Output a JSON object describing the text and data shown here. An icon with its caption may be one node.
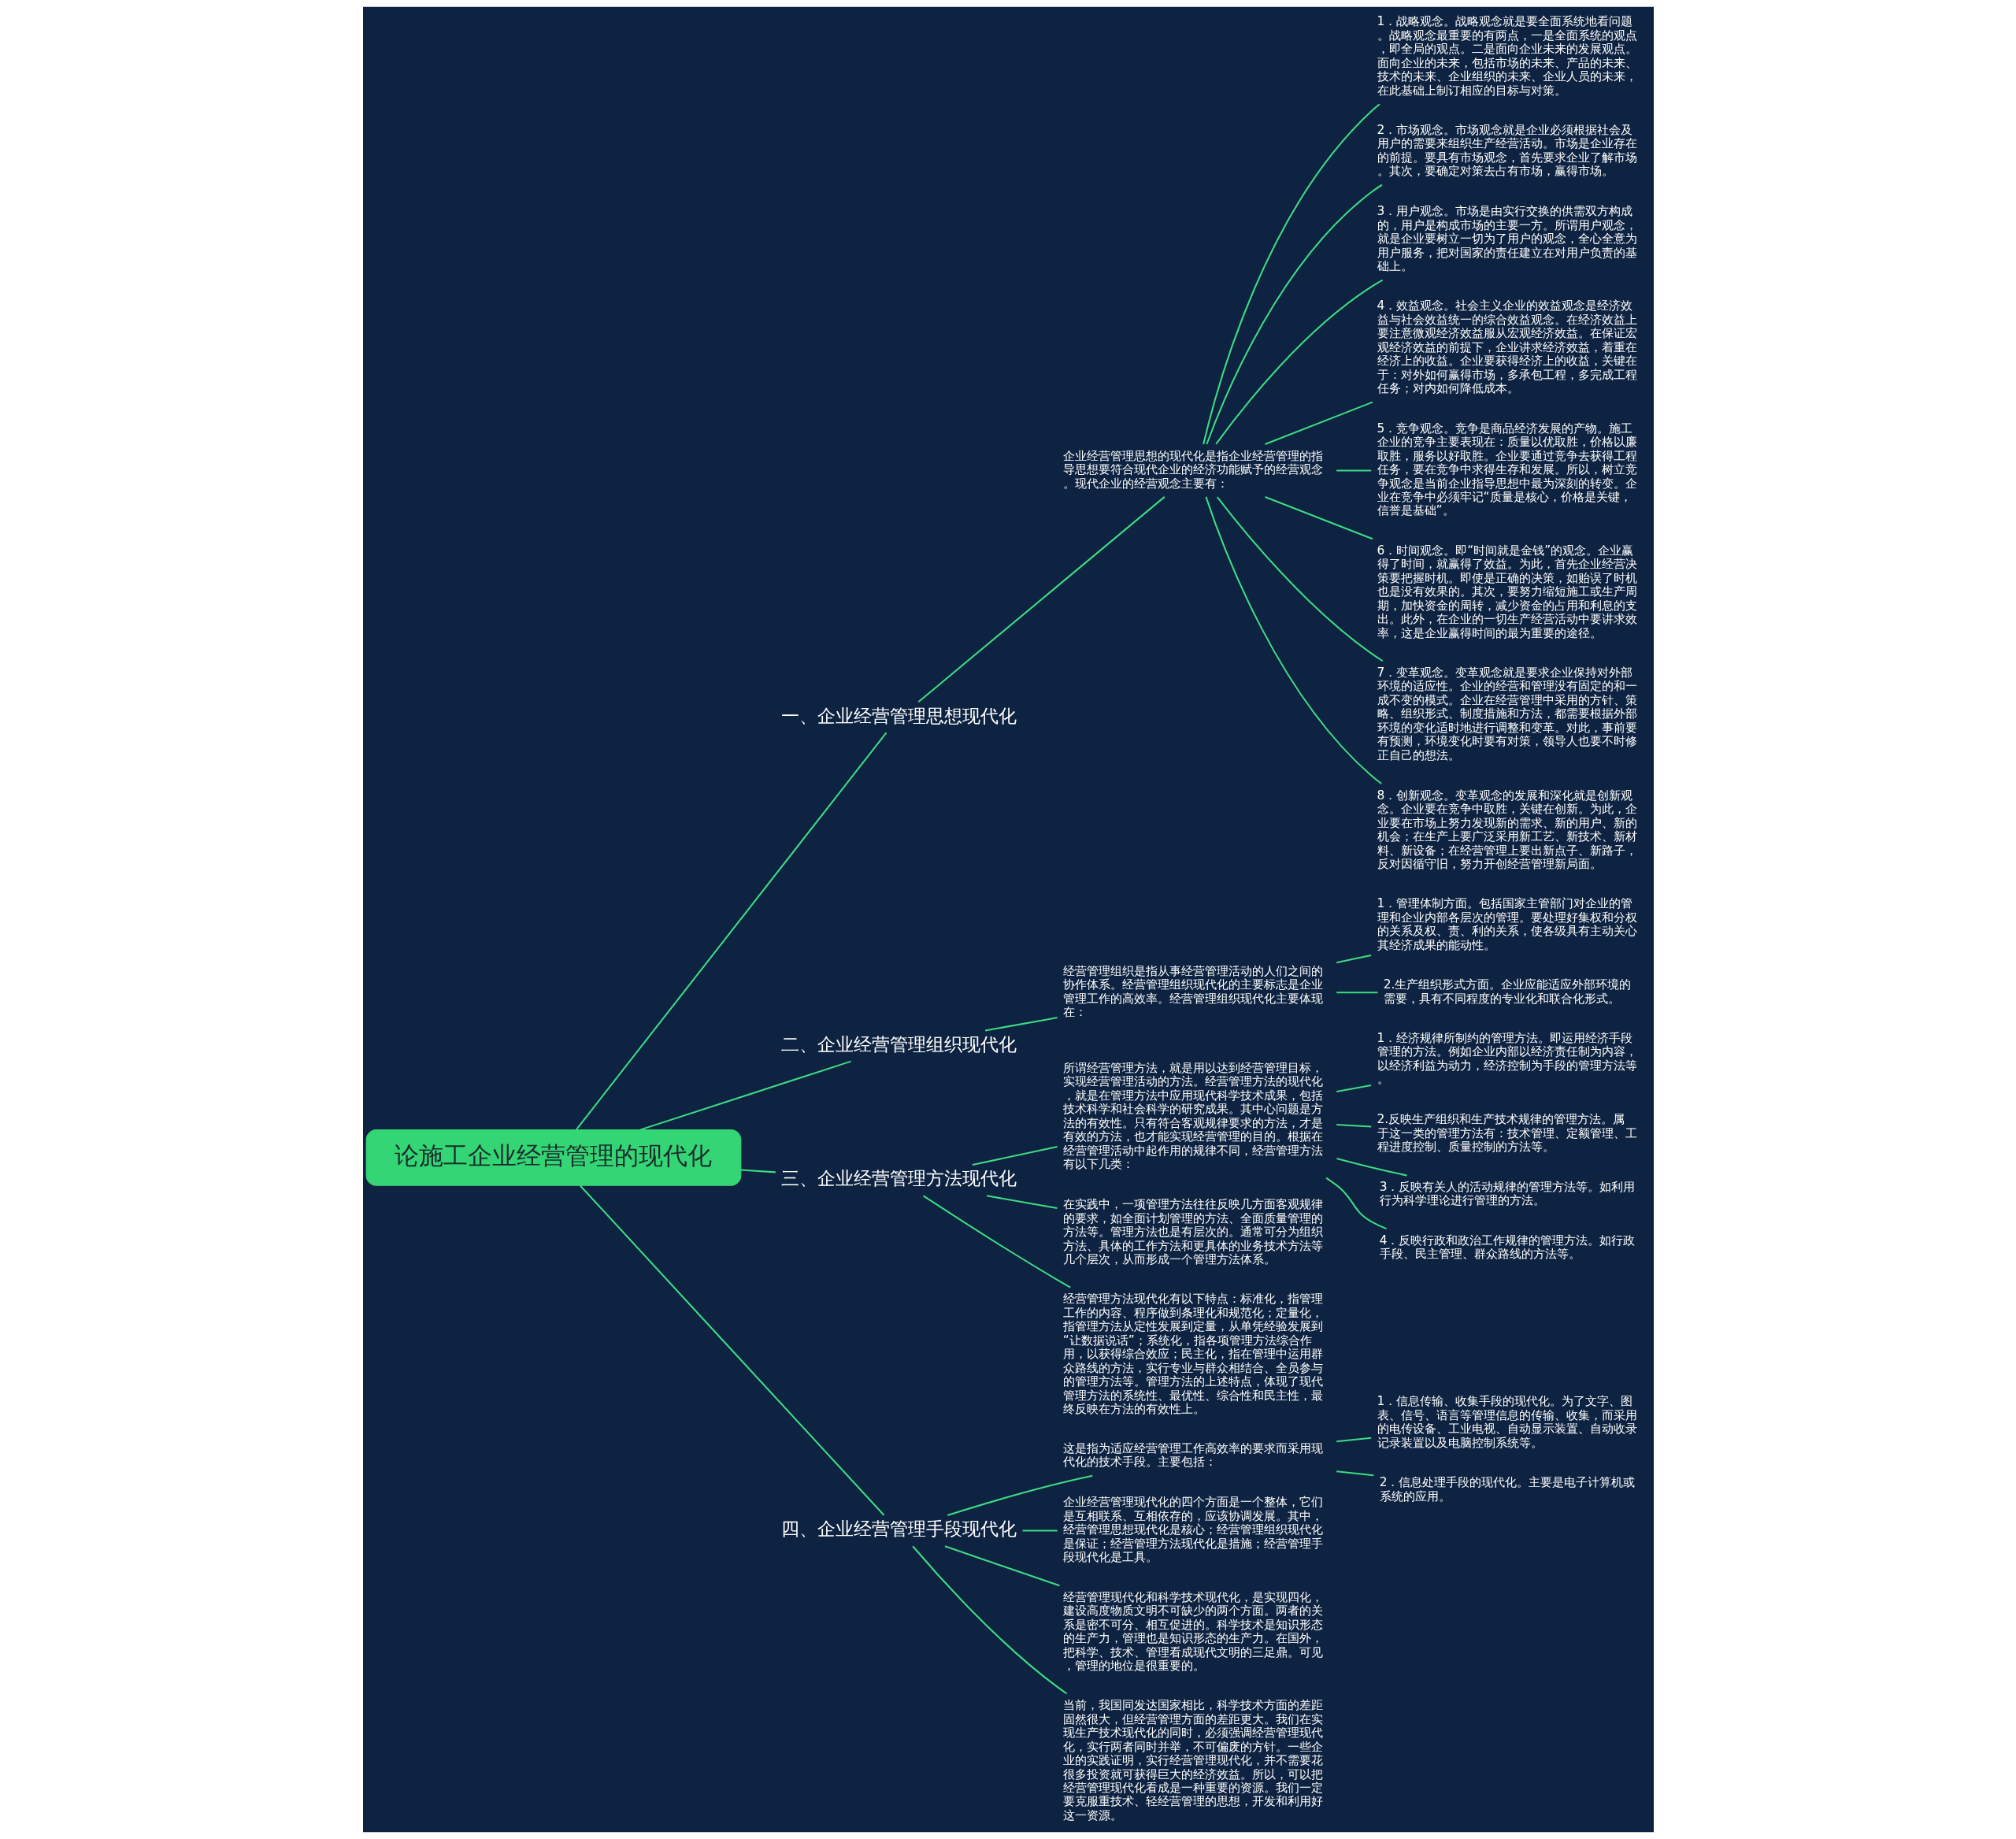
{
  "diagram": {
    "nodes": [
      {
        "text": [
          "论施工企业经营管理的现代化"
        ]
      },
      {
        "text": [
          "一、企业经营管理思想现代化"
        ]
      },
      {
        "text": [
          "企业经营管理思想的现代化是指企业经营管理的指导思想要符合现代企业的经济功能赋予的经营观念。现代企业的经营观念主要有："
        ]
      },
      {
        "text": [
          "1．战略观念。战略观念就是要全面系统地看问题。战略观念最重要的有两点，一是全面系统的观点，即全局的观点。二是面向企业未来的发展观点。面向企业的未来，包括市场的未来、产品的未来、技术的未来、企业组织的未来、企业人员的未来，在此基础上制订相应的目标与对策。"
        ]
      },
      {
        "text": [
          "2．市场观念。市场观念就是企业必须根据社会及用户的需要来组织生产经营活动。市场是企业存在的前提。要具有市场观念，首先要求企业了解市场。其次，要确定对策去占有市场，赢得市场。"
        ]
      },
      {
        "text": [
          "3．用户观念。市场是由实行交换的供需双方构成的，用户是构成市场的主要一方。所谓用户观念，就是企业要树立一切为了用户的观念，全心全意为用户服务，把对国家的责任建立在对用户负责的基础上。"
        ]
      },
      {
        "text": [
          "4．效益观念。社会主义企业的效益观念是经济效益与社会效益统一的综合效益观念。在经济效益上要注意微观经济效益服从宏观经济效益。在保证宏观经济效益的前提下，企业讲求经济效益，着重在经济上的收益。企业要获得经济上的收益，关键在于：对外如何赢得市场，多承包工程，多完成工程任务；对内如何降低成本。"
        ]
      },
      {
        "text": [
          "5．竞争观念。竞争是商品经济发展的产物。施工企业的竞争主要表现在：质量以优取胜，价格以廉取胜，服务以好取胜。企业要通过竞争去获得工程任务，要在竞争中求得生存和发展。所以，树立竞争观念是当前企业指导思想中最为深刻的转变。企业在竞争中必须牢记“质量是核心，价格是关键，信誉是基础”。"
        ]
      },
      {
        "text": [
          "6．时间观念。即“时间就是金钱”的观念。企业赢得了时间，就赢得了效益。为此，首先企业经营决策要把握时机。即使是正确的决策，如贻误了时机也是没有效果的。其次，要努力缩短施工或生产周期，加快资金的周转，减少资金的占用和利息的支出。此外，在企业的一切生产经营活动中要讲求效率，这是企业赢得时间的最为重要的途径。"
        ]
      },
      {
        "text": [
          "7．变革观念。变革观念就是要求企业保持对外部环境的适应性。企业的经营和管理没有固定的和一成不变的模式。企业在经营管理中采用的方针、策略、组织形式、制度措施和方法，都需要根据外部环境的变化适时地进行调整和变革。对此，事前要有预测，环境变化时要有对策，领导人也要不时修正自己的想法。"
        ]
      },
      {
        "text": [
          "8．创新观念。变革观念的发展和深化就是创新观念。企业要在竞争中取胜，关键在创新。为此，企业要在市场上努力发现新的需求、新的用户、新的机会；在生产上要广泛采用新工艺、新技术、新材料、新设备；在经营管理上要出新点子、新路子，反对因循守旧，努力开创经营管理新局面。"
        ]
      },
      {
        "text": [
          "二、企业经营管理组织现代化"
        ]
      },
      {
        "text": [
          "经营管理组织是指从事经营管理活动的人们之间的协作体系。经营管理组织现代化的主要标志是企业管理工作的高效率。经营管理组织现代化主要体现在："
        ]
      },
      {
        "text": [
          "1．管理体制方面。包括国家主管部门对企业的管理和企业内部各层次的管理。要处理好集权和分权的关系及权、责、利的关系，使各级具有主动关心其经济成果的能动性。"
        ]
      },
      {
        "text": [
          "2.生产组织形式方面。企业应能适应外部环境的需要，具有不同程度的专业化和联合化形式。"
        ]
      },
      {
        "text": [
          "三、企业经营管理方法现代化"
        ]
      },
      {
        "text": [
          "所谓经营管理方法，就是用以达到经营管理目标，实现经营管理活动的方法。经营管理方法的现代化，就是在管理方法中应用现代科学技术成果，包括技术科学和社会科学的研究成果。其中心问题是方法的有效性。只有符合客观规律要求的方法，才是有效的方法，也才能实现经营管理的目的。根据在经营管理活动中起作用的规律不同，经营管理方法有以下几类："
        ]
      },
      {
        "text": [
          "1．经济规律所制约的管理方法。即运用经济手段管理的方法。例如企业内部以经济责任制为内容，以经济利益为动力，经济控制为手段的管理方法等。"
        ]
      },
      {
        "text": [
          "2.反映生产组织和生产技术规律的管理方法。属于这一类的管理方法有：技术管理、定额管理、工程进度控制、质量控制的方法等。"
        ]
      },
      {
        "text": [
          "3．反映有关人的活动规律的管理方法等。如利用行为科学理论进行管理的方法。"
        ]
      },
      {
        "text": [
          "4．反映行政和政治工作规律的管理方法。如行政手段、民主管理、群众路线的方法等。"
        ]
      },
      {
        "text": [
          "在实践中，一项管理方法往往反映几方面客观规律的要求，如全面计划管理的方法、全面质量管理的方法等。管理方法也是有层次的。通常可分为组织方法、具体的工作方法和更具体的业务技术方法等几个层次，从而形成一个管理方法体系。"
        ]
      },
      {
        "text": [
          "经营管理方法现代化有以下特点：标准化，指管理工作的内容、程序做到条理化和规范化；定量化，指管理方法从定性发展到定量，从单凭经验发展到“让数据说话”；系统化，指各项管理方法综合作用，以获得综合效应；民主化，指在管理中运用群众路线的方法，实行专业与群众相结合、全员参与的管理方法等。管理方法的上述特点，体现了现代管理方法的系统性、最优性、综合性和民主性，最终反映在方法的有效性上。"
        ]
      },
      {
        "text": [
          "四、企业经营管理手段现代化"
        ]
      },
      {
        "text": [
          "这是指为适应经营管理工作高效率的要求而采用现代化的技术手段。主要包括："
        ]
      },
      {
        "text": [
          "1．信息传输、收集手段的现代化。为了文字、图表、信号、语言等管理信息的传输、收集，而采用的电传设备、工业电视、自动显示装置、自动收录记录装置以及电脑控制系统等。"
        ]
      },
      {
        "text": [
          "2．信息处理手段的现代化。主要是电子计算机或系统的应用。"
        ]
      },
      {
        "text": [
          "企业经营管理现代化的四个方面是一个整体，它们是互相联系、互相依存的，应该协调发展。其中，经营管理思想现代化是核心；经营管理组织现代化是保证；经营管理方法现代化是措施；经营管理手段现代化是工具。"
        ]
      },
      {
        "text": [
          "经营管理现代化和科学技术现代化，是实现四化，建设高度物质文明不可缺少的两个方面。两者的关系是密不可分、相互促进的。科学技术是知识形态的生产力，管理也是知识形态的生产力。在国外，把科学、技术、管理看成现代文明的三足鼎。可见，管理的地位是很重要的。"
        ]
      },
      {
        "text": [
          "当前，我国同发达国家相比，科学技术方面的差距固然很大，但经营管理方面的差距更大。我们在实现生产技术现代化的同时，必须强调经营管理现代化，实行两者同时并举，不可偏废的方针。一些企业的实践证明，实行经营管理现代化，并不需要花很多投资就可获得巨大的经济效益。所以，可以把经营管理现代化看成是一种重要的资源。我们一定要克服重技术、轻经营管理的思想，开发和利用好这一资源。"
        ]
      }
    ],
    "edges": [
      {
        "from": 0,
        "to": 1,
        "arrow": "none"
      },
      {
        "from": 1,
        "to": 2,
        "arrow": "none"
      },
      {
        "from": 2,
        "to": 3,
        "arrow": "none"
      },
      {
        "from": 2,
        "to": 4,
        "arrow": "none"
      },
      {
        "from": 2,
        "to": 5,
        "arrow": "none"
      },
      {
        "from": 2,
        "to": 6,
        "arrow": "none"
      },
      {
        "from": 2,
        "to": 7,
        "arrow": "none"
      },
      {
        "from": 2,
        "to": 8,
        "arrow": "none"
      },
      {
        "from": 2,
        "to": 9,
        "arrow": "none"
      },
      {
        "from": 2,
        "to": 10,
        "arrow": "none"
      },
      {
        "from": 0,
        "to": 11,
        "arrow": "none"
      },
      {
        "from": 11,
        "to": 12,
        "arrow": "none"
      },
      {
        "from": 12,
        "to": 13,
        "arrow": "none"
      },
      {
        "from": 12,
        "to": 14,
        "arrow": "none"
      },
      {
        "from": 0,
        "to": 15,
        "arrow": "none"
      },
      {
        "from": 15,
        "to": 16,
        "arrow": "none"
      },
      {
        "from": 16,
        "to": 17,
        "arrow": "none"
      },
      {
        "from": 16,
        "to": 18,
        "arrow": "none"
      },
      {
        "from": 16,
        "to": 19,
        "arrow": "none"
      },
      {
        "from": 16,
        "to": 20,
        "arrow": "none"
      },
      {
        "from": 15,
        "to": 21,
        "arrow": "none"
      },
      {
        "from": 15,
        "to": 22,
        "arrow": "none"
      },
      {
        "from": 0,
        "to": 23,
        "arrow": "none"
      },
      {
        "from": 23,
        "to": 24,
        "arrow": "none"
      },
      {
        "from": 24,
        "to": 25,
        "arrow": "none"
      },
      {
        "from": 24,
        "to": 26,
        "arrow": "none"
      },
      {
        "from": 23,
        "to": 27,
        "arrow": "none"
      },
      {
        "from": 23,
        "to": 28,
        "arrow": "none"
      },
      {
        "from": 23,
        "to": 29,
        "arrow": "none"
      }
    ]
  }
}
